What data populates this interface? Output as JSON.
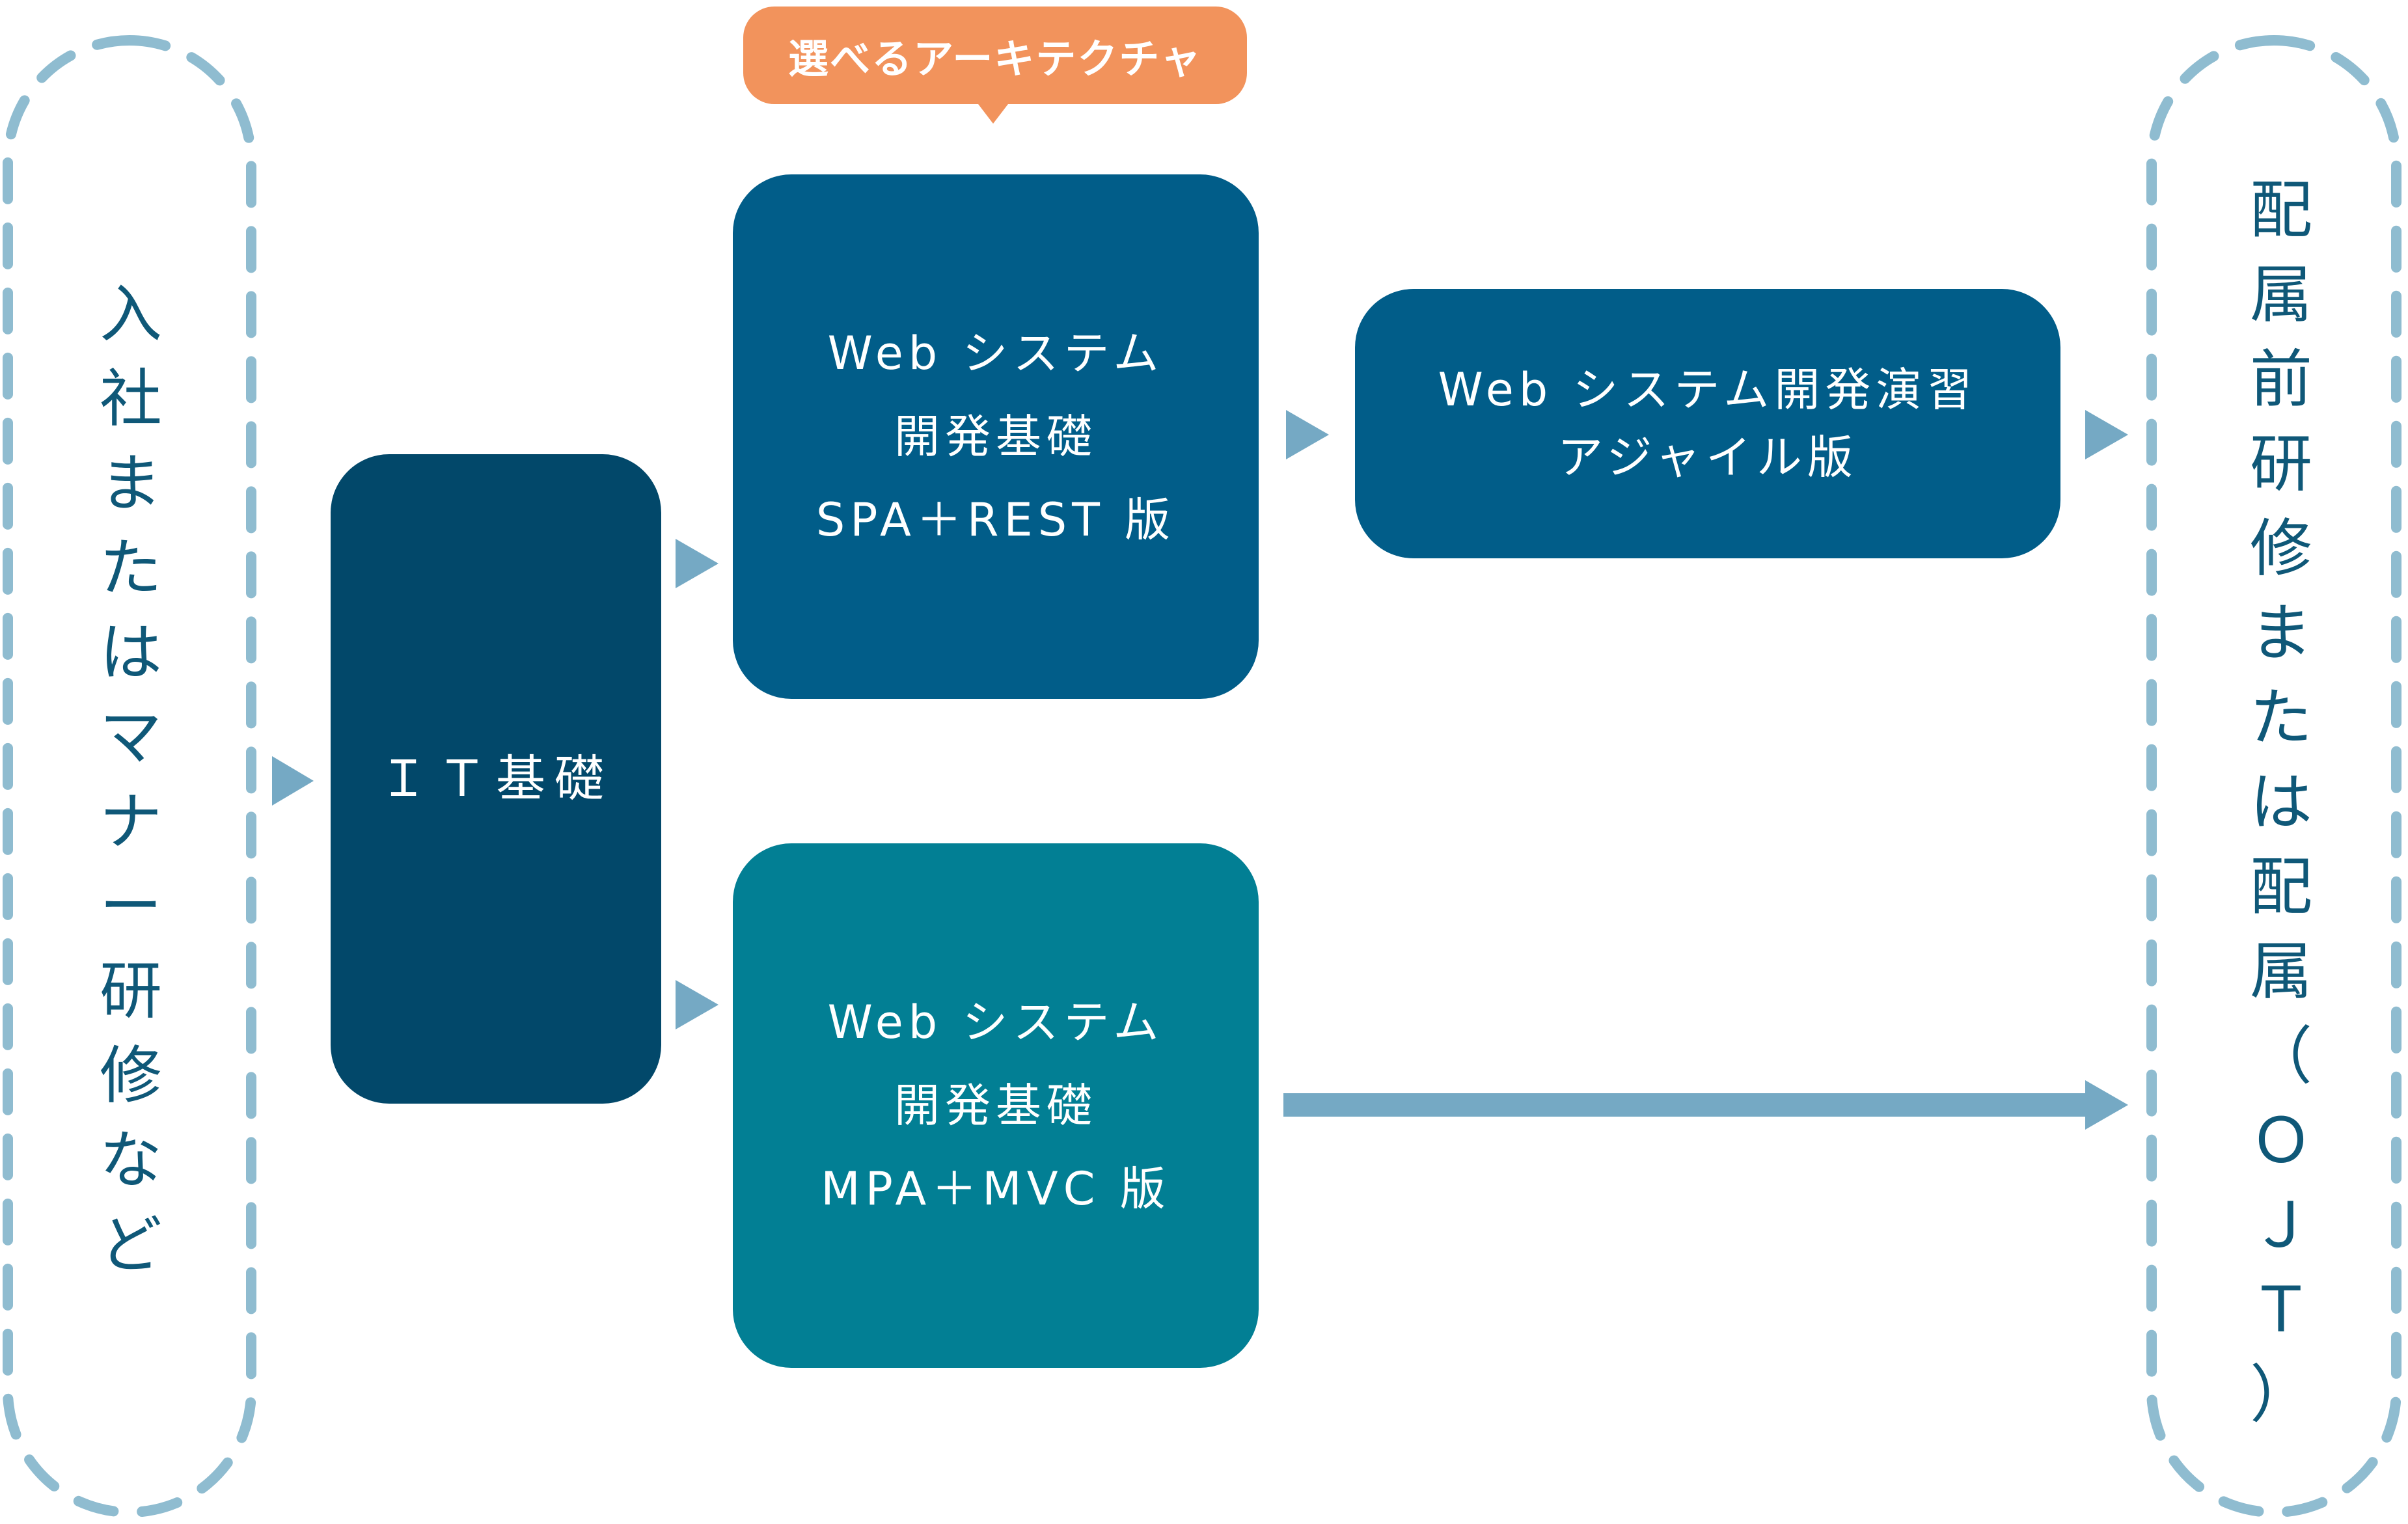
{
  "left_column": {
    "text": [
      "入",
      "社",
      "ま",
      "た",
      "は",
      "マ",
      "ナ",
      "ー",
      "研",
      "修",
      "な",
      "ど"
    ]
  },
  "right_column": {
    "text": [
      "配",
      "属",
      "前",
      "研",
      "修",
      "ま",
      "た",
      "は",
      "配",
      "属",
      "（",
      "Ｏ",
      "Ｊ",
      "Ｔ",
      "）"
    ]
  },
  "callout": {
    "label": "選べるアーキテクチャ"
  },
  "boxes": {
    "it_basics": {
      "lines": [
        "ＩＴ基礎"
      ]
    },
    "spa": {
      "lines": [
        "Web システム",
        "開発基礎",
        "SPA＋REST 版"
      ]
    },
    "mpa": {
      "lines": [
        "Web システム",
        "開発基礎",
        "MPA＋MVC 版"
      ]
    },
    "agile": {
      "lines": [
        "Web システム開発演習",
        "アジャイル版"
      ]
    }
  },
  "colors": {
    "dashed_frame": "#8fbcd0",
    "arrow": "#75a9c4",
    "it_box": "#02486a",
    "spa_box": "#015d89",
    "mpa_box": "#027f94",
    "agile_box": "#015d89",
    "callout": "#f2935c",
    "column_text": "#0f5878"
  }
}
